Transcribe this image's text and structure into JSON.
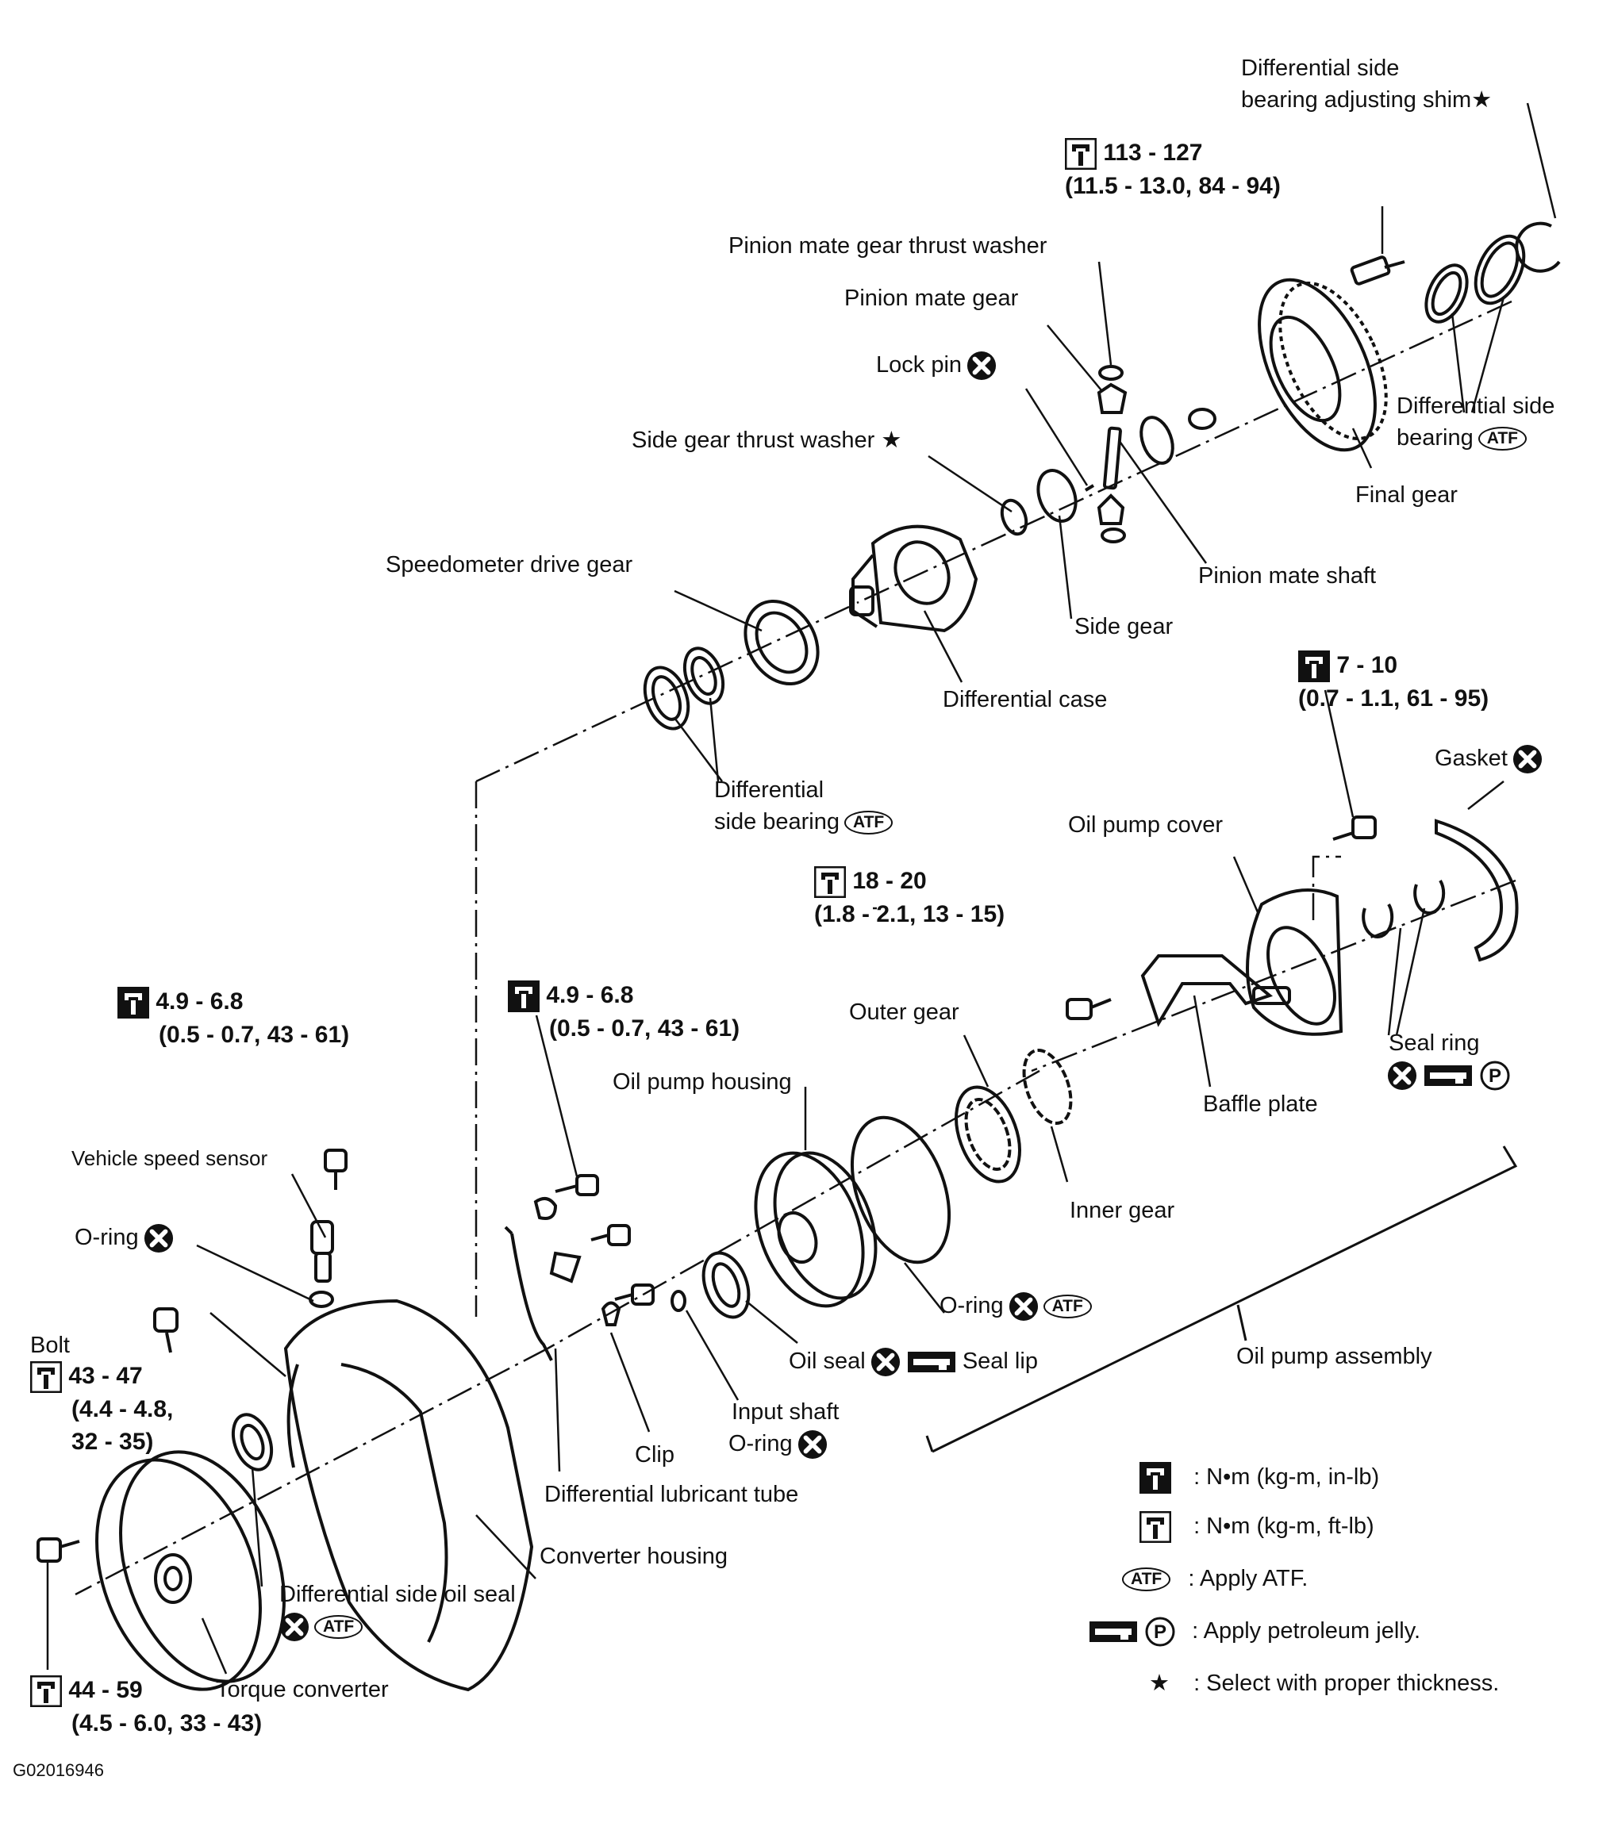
{
  "labels": {
    "diff_side_bearing_shim": [
      "Differential side",
      "bearing adjusting shim"
    ],
    "pinion_mate_gear_thrust_washer": "Pinion mate gear thrust washer",
    "pinion_mate_gear": "Pinion mate gear",
    "lock_pin": "Lock pin",
    "side_gear_thrust_washer": "Side gear thrust washer",
    "diff_side_bearing_top": [
      "Differential side",
      "bearing"
    ],
    "final_gear": "Final gear",
    "pinion_mate_shaft": "Pinion mate shaft",
    "speedometer_drive_gear": "Speedometer drive gear",
    "side_gear": "Side gear",
    "differential_case": "Differential case",
    "diff_side_bearing_left": [
      "Differential",
      "side bearing"
    ],
    "gasket": "Gasket",
    "oil_pump_cover": "Oil pump cover",
    "seal_ring": "Seal ring",
    "baffle_plate": "Baffle plate",
    "outer_gear": "Outer gear",
    "oil_pump_housing": "Oil pump housing",
    "inner_gear": "Inner gear",
    "vehicle_speed_sensor": "Vehicle speed sensor",
    "o_ring_left": "O-ring",
    "o_ring_mid": "O-ring",
    "bolt": "Bolt",
    "oil_seal": "Oil seal",
    "seal_lip": "Seal lip",
    "oil_pump_assembly": "Oil pump assembly",
    "input_shaft_o_ring": [
      "Input shaft",
      "O-ring"
    ],
    "clip": "Clip",
    "differential_lubricant_tube": "Differential lubricant tube",
    "converter_housing": "Converter housing",
    "differential_side_oil_seal": "Differential side oil seal",
    "torque_converter": "Torque converter",
    "figure_id": "G02016946"
  },
  "torques": {
    "final_gear_bolt": [
      "113 - 127",
      "(11.5 - 13.0, 84 - 94)"
    ],
    "pump_cover_bolt": [
      "7 - 10",
      "(0.7 - 1.1, 61 - 95)"
    ],
    "baffle_bolt": [
      "18 - 20",
      "(1.8 - 2.1, 13 - 15)"
    ],
    "speed_sensor_bolt": [
      "4.9 - 6.8",
      "(0.5 - 0.7, 43 - 61)"
    ],
    "tube_bolt": [
      "4.9 - 6.8",
      "(0.5 - 0.7, 43 - 61)"
    ],
    "housing_bolt": [
      "43 - 47",
      "(4.4 - 4.8,",
      "32 - 35)"
    ],
    "converter_bolt": [
      "44 - 59",
      "(4.5 - 6.0, 33 - 43)"
    ]
  },
  "symbols": {
    "atf": "ATF",
    "petroleum": "P",
    "star": "★"
  },
  "legend": {
    "in_lb": ": N•m (kg-m, in-lb)",
    "ft_lb": ": N•m (kg-m, ft-lb)",
    "atf": ": Apply ATF.",
    "petroleum": ": Apply petroleum jelly.",
    "select": ": Select with proper thickness."
  }
}
